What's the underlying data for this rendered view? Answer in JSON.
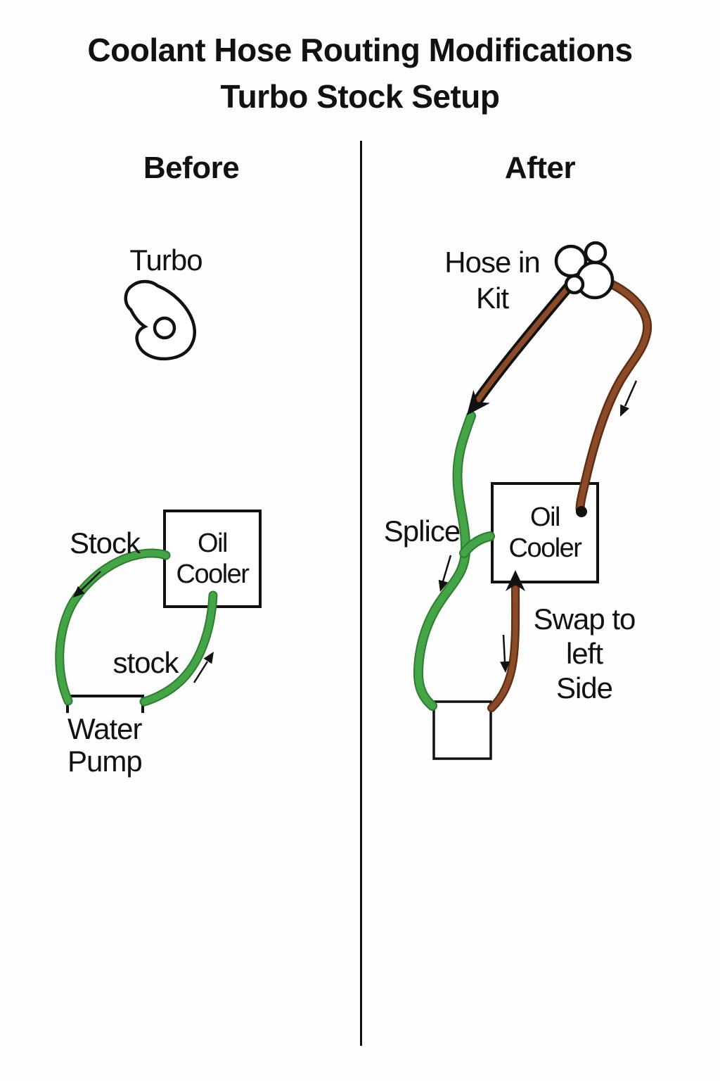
{
  "title": {
    "line1": "Coolant Hose Routing Modifications",
    "line2": "Turbo Stock Setup"
  },
  "sections": {
    "before": {
      "heading": "Before",
      "labels": {
        "turbo": "Turbo",
        "stock_upper": "Stock",
        "stock_lower": "stock",
        "oil_cooler_line1": "Oil",
        "oil_cooler_line2": "Cooler",
        "water_pump_line1": "Water",
        "water_pump_line2": "Pump"
      }
    },
    "after": {
      "heading": "After",
      "labels": {
        "hose_in_kit_line1": "Hose in",
        "hose_in_kit_line2": "Kit",
        "splice": "Splice",
        "oil_cooler_line1": "Oil",
        "oil_cooler_line2": "Cooler",
        "swap_line1": "Swap to",
        "swap_line2": "left",
        "swap_line3": "Side"
      }
    }
  },
  "colors": {
    "ink": "#111111",
    "hose_green": "#43a546",
    "hose_green_edge": "#2e7d32",
    "hose_brown": "#8b4a28",
    "hose_brown_edge": "#5f2d12",
    "background": "#fdfdfd"
  }
}
